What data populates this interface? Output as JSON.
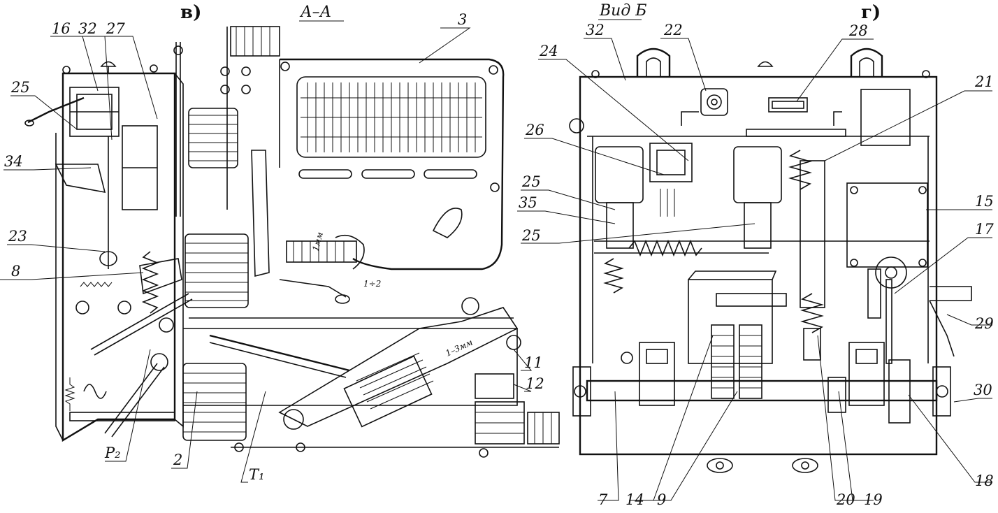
{
  "titles": {
    "view_b": "в)",
    "section": "А–А",
    "view_d": "Вид Б",
    "view_g": "г)"
  },
  "labels": {
    "l16": "16",
    "l32a": "32",
    "l27": "27",
    "l25a": "25",
    "l34": "34",
    "l23": "23",
    "l8": "8",
    "lP2": "P₂",
    "l2": "2",
    "lT1": "T₁",
    "l3": "3",
    "l11": "11",
    "l12": "12",
    "l32b": "32",
    "l22": "22",
    "l28": "28",
    "l24": "24",
    "l26": "26",
    "l25b": "25",
    "l35": "35",
    "l25c": "25",
    "l21": "21",
    "l15": "15",
    "l17": "17",
    "l29": "29",
    "l30": "30",
    "l18": "18",
    "l7": "7",
    "l14": "14",
    "l9": "9",
    "l20": "20",
    "l19": "19"
  },
  "dims": {
    "d1": "1мм",
    "d2": "1÷2",
    "d3": "1–3мм"
  }
}
